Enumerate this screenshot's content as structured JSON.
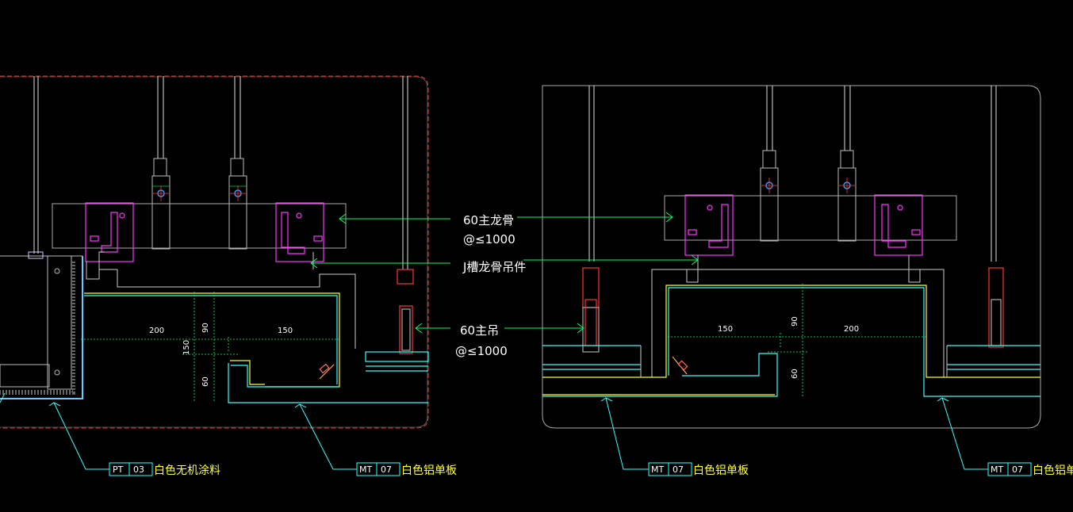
{
  "annotations": {
    "main_keel": [
      "60主龙骨",
      "@≤1000"
    ],
    "j_hanger": "J槽龙骨吊件",
    "main_hanger": [
      "60主吊",
      "@≤1000"
    ]
  },
  "dimensions": {
    "left": {
      "w1": "200",
      "w2": "150",
      "h1": "90",
      "h2": "150",
      "h3": "60"
    },
    "right": {
      "w1": "150",
      "w2": "200",
      "h1": "90",
      "h2": "60"
    }
  },
  "tags": [
    {
      "code": "PT",
      "num": "03",
      "desc": "白色无机涂料"
    },
    {
      "code": "MT",
      "num": "07",
      "desc": "白色铝单板"
    },
    {
      "code": "MT",
      "num": "07",
      "desc": "白色铝单板"
    },
    {
      "code": "MT",
      "num": "07",
      "desc": "白色铝单板"
    }
  ],
  "colors": {
    "background": "#000000",
    "rod": "#bbbbbb",
    "bracket": "#ff33ff",
    "leader": "#00ff66",
    "tag_leader": "#33ffff",
    "label": "#ffff33",
    "panel": "#33ffff",
    "hanger_red": "#ff3333",
    "border_red": "#ff3333"
  }
}
